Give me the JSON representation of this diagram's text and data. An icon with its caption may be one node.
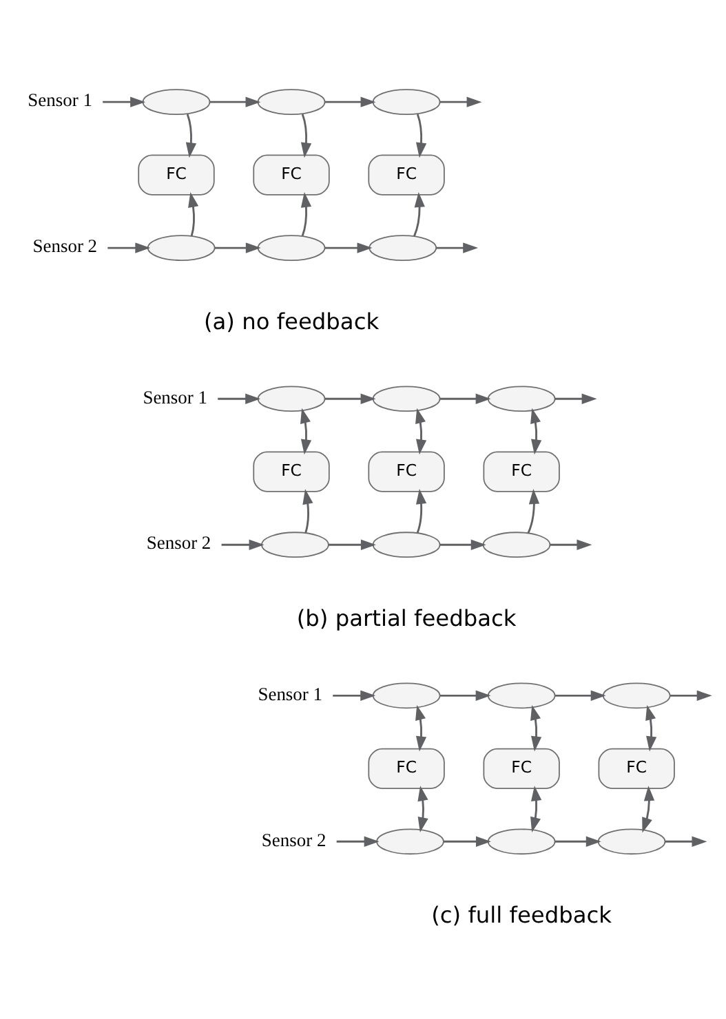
{
  "diagram": {
    "nodes": [
      {
        "text": [
          "Sensor 1"
        ]
      },
      {
        "text": [],
        "shape": "ellipse"
      },
      {
        "text": [],
        "shape": "ellipse"
      },
      {
        "text": [],
        "shape": "ellipse"
      },
      {
        "text": [
          "FC"
        ]
      },
      {
        "text": [
          "FC"
        ]
      },
      {
        "text": [
          "FC"
        ]
      },
      {
        "text": [
          "Sensor 2"
        ]
      },
      {
        "text": [],
        "shape": "ellipse"
      },
      {
        "text": [],
        "shape": "ellipse"
      },
      {
        "text": [],
        "shape": "ellipse"
      },
      {
        "text": [
          "Sensor 1"
        ]
      },
      {
        "text": [],
        "shape": "ellipse"
      },
      {
        "text": [],
        "shape": "ellipse"
      },
      {
        "text": [],
        "shape": "ellipse"
      },
      {
        "text": [
          "FC"
        ]
      },
      {
        "text": [
          "FC"
        ]
      },
      {
        "text": [
          "FC"
        ]
      },
      {
        "text": [
          "Sensor 2"
        ]
      },
      {
        "text": [],
        "shape": "ellipse"
      },
      {
        "text": [],
        "shape": "ellipse"
      },
      {
        "text": [],
        "shape": "ellipse"
      },
      {
        "text": [
          "Sensor 1"
        ]
      },
      {
        "text": [],
        "shape": "ellipse"
      },
      {
        "text": [],
        "shape": "ellipse"
      },
      {
        "text": [],
        "shape": "ellipse"
      },
      {
        "text": [
          "FC"
        ]
      },
      {
        "text": [
          "FC"
        ]
      },
      {
        "text": [
          "FC"
        ]
      },
      {
        "text": [
          "Sensor 2"
        ]
      },
      {
        "text": [],
        "shape": "ellipse"
      },
      {
        "text": [],
        "shape": "ellipse"
      },
      {
        "text": [],
        "shape": "ellipse"
      }
    ],
    "edges": [
      {
        "from": 0,
        "to": 1,
        "arrow": "to"
      },
      {
        "from": 1,
        "to": 2,
        "arrow": "to"
      },
      {
        "from": 2,
        "to": 3,
        "arrow": "to"
      },
      {
        "from": 3,
        "to": null,
        "arrow": "to"
      },
      {
        "from": 1,
        "to": 4,
        "arrow": "to"
      },
      {
        "from": 2,
        "to": 5,
        "arrow": "to"
      },
      {
        "from": 3,
        "to": 6,
        "arrow": "to"
      },
      {
        "from": 8,
        "to": 4,
        "arrow": "to"
      },
      {
        "from": 9,
        "to": 5,
        "arrow": "to"
      },
      {
        "from": 10,
        "to": 6,
        "arrow": "to"
      },
      {
        "from": 7,
        "to": 8,
        "arrow": "to"
      },
      {
        "from": 8,
        "to": 9,
        "arrow": "to"
      },
      {
        "from": 9,
        "to": 10,
        "arrow": "to"
      },
      {
        "from": 10,
        "to": null,
        "arrow": "to"
      },
      {
        "from": 11,
        "to": 12,
        "arrow": "to"
      },
      {
        "from": 12,
        "to": 13,
        "arrow": "to"
      },
      {
        "from": 13,
        "to": 14,
        "arrow": "to"
      },
      {
        "from": 14,
        "to": null,
        "arrow": "to"
      },
      {
        "from": 12,
        "to": 15,
        "arrow": "both"
      },
      {
        "from": 13,
        "to": 16,
        "arrow": "both"
      },
      {
        "from": 14,
        "to": 17,
        "arrow": "both"
      },
      {
        "from": 19,
        "to": 15,
        "arrow": "to"
      },
      {
        "from": 20,
        "to": 16,
        "arrow": "to"
      },
      {
        "from": 21,
        "to": 17,
        "arrow": "to"
      },
      {
        "from": 18,
        "to": 19,
        "arrow": "to"
      },
      {
        "from": 19,
        "to": 20,
        "arrow": "to"
      },
      {
        "from": 20,
        "to": 21,
        "arrow": "to"
      },
      {
        "from": 21,
        "to": null,
        "arrow": "to"
      },
      {
        "from": 22,
        "to": 23,
        "arrow": "to"
      },
      {
        "from": 23,
        "to": 24,
        "arrow": "to"
      },
      {
        "from": 24,
        "to": 25,
        "arrow": "to"
      },
      {
        "from": 25,
        "to": null,
        "arrow": "to"
      },
      {
        "from": 23,
        "to": 26,
        "arrow": "both"
      },
      {
        "from": 24,
        "to": 27,
        "arrow": "both"
      },
      {
        "from": 25,
        "to": 28,
        "arrow": "both"
      },
      {
        "from": 30,
        "to": 26,
        "arrow": "both"
      },
      {
        "from": 31,
        "to": 27,
        "arrow": "both"
      },
      {
        "from": 32,
        "to": 28,
        "arrow": "both"
      },
      {
        "from": 29,
        "to": 30,
        "arrow": "to"
      },
      {
        "from": 30,
        "to": 31,
        "arrow": "to"
      },
      {
        "from": 31,
        "to": 32,
        "arrow": "to"
      },
      {
        "from": 32,
        "to": null,
        "arrow": "to"
      }
    ],
    "labels": [
      "(a) no feedback",
      "(b) partial feedback",
      "(c) full feedback"
    ]
  }
}
